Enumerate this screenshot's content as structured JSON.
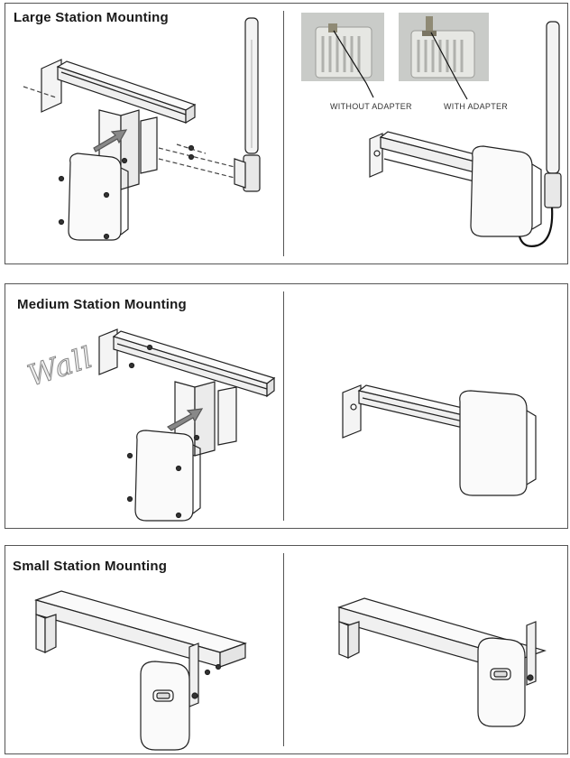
{
  "panels": {
    "large": {
      "title": "Large Station Mounting",
      "captions": {
        "without": "WITHOUT ADAPTER",
        "with": "WITH ADAPTER"
      }
    },
    "medium": {
      "title": "Medium Station Mounting",
      "wall_label": "Wall"
    },
    "small": {
      "title": "Small Station Mounting"
    }
  }
}
